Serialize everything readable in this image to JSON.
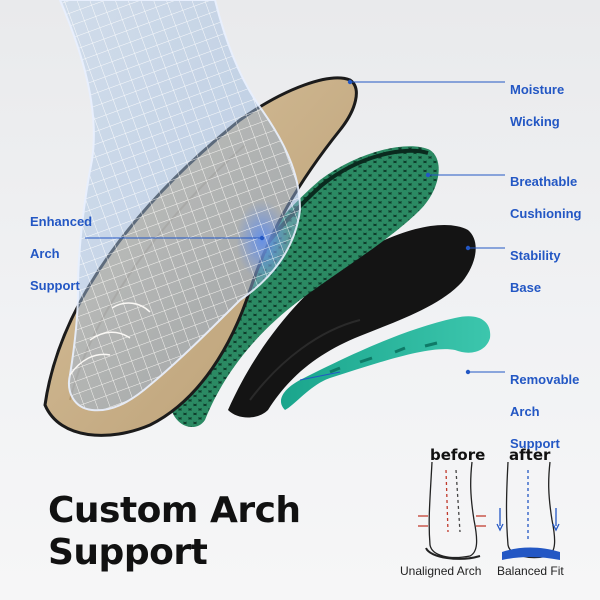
{
  "labels": {
    "moisture": [
      "Moisture",
      "Wicking"
    ],
    "breathable": [
      "Breathable",
      "Cushioning"
    ],
    "stability": [
      "Stability",
      "Base"
    ],
    "removable": [
      "Removable",
      "Arch",
      "Support"
    ],
    "enhanced": [
      "Enhanced",
      "Arch",
      "Support"
    ]
  },
  "headline": [
    "Custom Arch",
    "Support"
  ],
  "comparison": {
    "before_title": "before",
    "after_title": "after",
    "before_caption": "Unaligned Arch",
    "after_caption": "Balanced Fit"
  },
  "colors": {
    "accent": "#2357c4",
    "top_layer": "#c9b28e",
    "mesh_layer": "#1f6b4e",
    "base_layer": "#141414",
    "arch_insert": "#2bb09a"
  }
}
